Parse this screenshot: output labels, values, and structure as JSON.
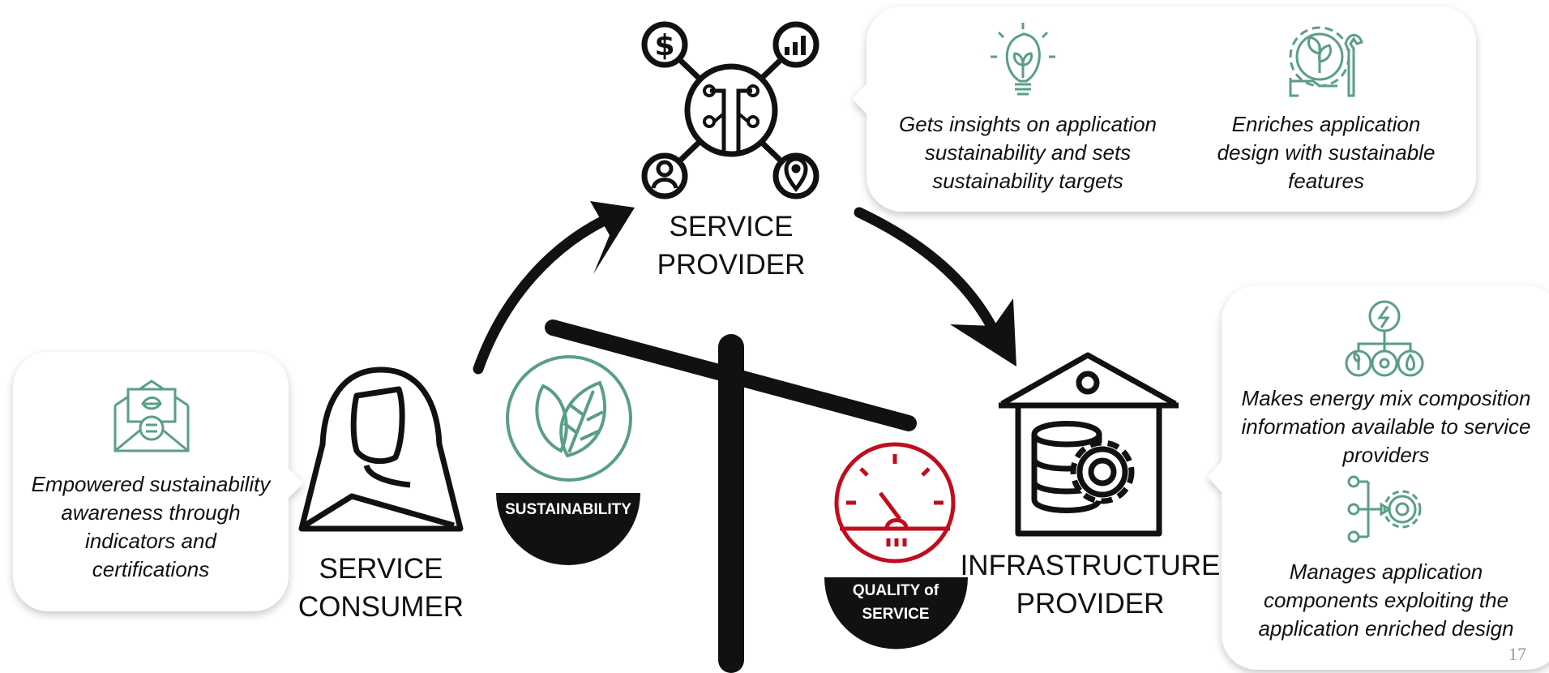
{
  "roles": {
    "service_provider": {
      "line1": "SERVICE",
      "line2": "PROVIDER"
    },
    "service_consumer": {
      "line1": "SERVICE",
      "line2": "CONSUMER"
    },
    "infrastructure_provider": {
      "line1": "INFRASTRUCTURE",
      "line2": "PROVIDER"
    }
  },
  "provider_card": {
    "insights": "Gets insights on application sustainability and sets sustainability targets",
    "enriches": "Enriches application design with sustainable features"
  },
  "consumer_card": {
    "text": "Empowered sustainability awareness through indicators and certifications"
  },
  "infra_card": {
    "energy": "Makes energy mix composition information available to service providers",
    "manages": "Manages application components exploiting the application enriched design"
  },
  "scale": {
    "left_pan_label": "SUSTAINABILITY",
    "right_pan_label": "QUALITY of SERVICE"
  },
  "slide_number": "17",
  "colors": {
    "accent_green": "#5a9e86",
    "qos_red": "#c00d1e",
    "ink": "#111111"
  },
  "icons": [
    "dollar-icon",
    "bar-chart-icon",
    "user-icon",
    "location-pin-icon",
    "network-hub-icon",
    "lightbulb-icon",
    "plant-gear-wrench-icon",
    "eco-envelope-icon",
    "hijab-person-icon",
    "leaves-icon",
    "gauge-icon",
    "server-house-gear-icon",
    "energy-mix-icon",
    "component-gear-icon"
  ]
}
